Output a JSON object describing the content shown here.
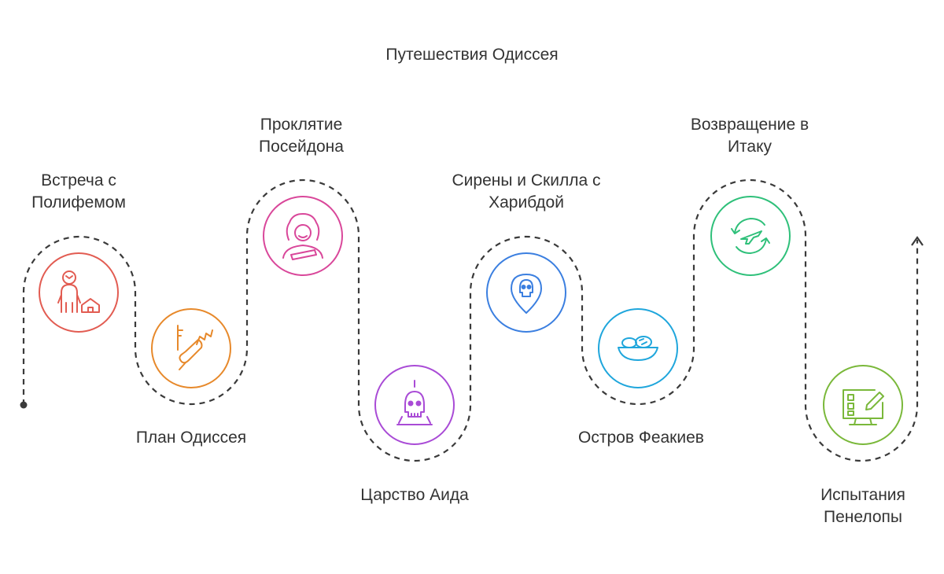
{
  "title": "Путешествия Одиссея",
  "steps": [
    {
      "label": "Встреча с\nПолифемом",
      "color": "#e25c52",
      "icon": "cyclops-icon"
    },
    {
      "label": "План Одиссея",
      "color": "#e7892b",
      "icon": "stake-icon"
    },
    {
      "label": "Проклятие\nПосейдона",
      "color": "#d9479a",
      "icon": "poseidon-icon"
    },
    {
      "label": "Царство Аида",
      "color": "#a94bd6",
      "icon": "skull-icon"
    },
    {
      "label": "Сирены и Скилла с\nХарибдой",
      "color": "#3b7fe0",
      "icon": "skull-pin-icon"
    },
    {
      "label": "Остров Феакиев",
      "color": "#1fa6dc",
      "icon": "food-bowl-icon"
    },
    {
      "label": "Возвращение в\nИтаку",
      "color": "#2fc07a",
      "icon": "return-plane-icon"
    },
    {
      "label": "Испытания\nПенелопы",
      "color": "#7ab83a",
      "icon": "task-board-icon"
    }
  ]
}
